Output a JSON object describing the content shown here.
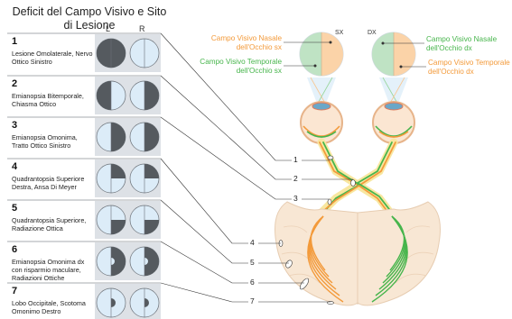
{
  "title": "Deficit del Campo Visivo e Sito di Lesione",
  "columns": {
    "left": "L",
    "right": "R"
  },
  "rows": [
    {
      "num": "1",
      "text": "Lesione Omolaterale, Nervo Ottico Sinistro"
    },
    {
      "num": "2",
      "text": "Emianopsia Bitemporale, Chiasma Ottico"
    },
    {
      "num": "3",
      "text": "Emianopsia Omonima, Tratto Ottico Sinistro"
    },
    {
      "num": "4",
      "text": "Quadrantopsia Superiore Destra, Ansa Di Meyer"
    },
    {
      "num": "5",
      "text": "Quadrantopsia Superiore, Radiazione Ottica"
    },
    {
      "num": "6",
      "text": "Emianopsia Omonima dx con risparmio maculare, Radiazioni Ottiche"
    },
    {
      "num": "7",
      "text": "Lobo Occipitale, Scotoma Omonimo Destro"
    }
  ],
  "eyes": {
    "left_tag": "SX",
    "right_tag": "DX",
    "left_nasal": "Campo Visivo Nasale dell'Occhio sx",
    "left_temporal": "Campo Visivo Temporale dell'Occhio sx",
    "right_nasal": "Campo Visivo Nasale dell'Occhio dx",
    "right_temporal": "Campo Visivo Temporale dell'Occhio dx"
  },
  "callouts": [
    "1",
    "2",
    "3",
    "4",
    "5",
    "6",
    "7"
  ],
  "colors": {
    "orange": "#f39a3a",
    "green": "#47b54c",
    "panel_bg": "#dde1e6",
    "field_light": "#dcecf8",
    "field_dark": "#555a5f",
    "brain": "#f8e7d4"
  }
}
